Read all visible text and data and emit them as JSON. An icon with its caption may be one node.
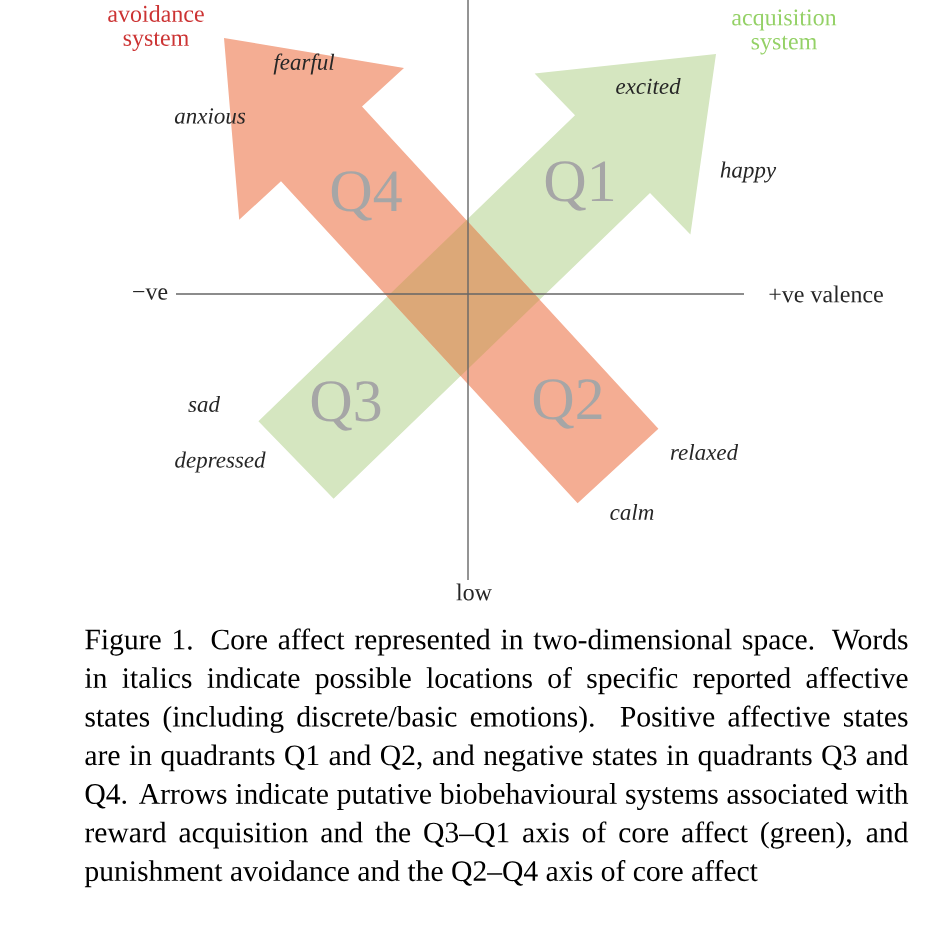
{
  "diagram": {
    "caption": "Figure 1. Core affect represented in two-dimensional space. Words in italics indicate possible locations of specific reported affective states (including discrete/basic emotions). Positive affective states are in quadrants Q1 and Q2, and negative states in quadrants Q3 and Q4. Arrows indicate putative biobehavioural systems associated with reward acquisition and the Q3–Q1 axis of core affect (green), and punishment avoidance and the Q2–Q4 axis of core affect",
    "labels": [
      "avoidance system",
      "acquisition system",
      "fearful",
      "excited",
      "anxious",
      "happy",
      "Q4",
      "Q1",
      "−ve",
      "+ve valence",
      "sad",
      "Q3",
      "Q2",
      "depressed",
      "relaxed",
      "calm",
      "low"
    ]
  }
}
